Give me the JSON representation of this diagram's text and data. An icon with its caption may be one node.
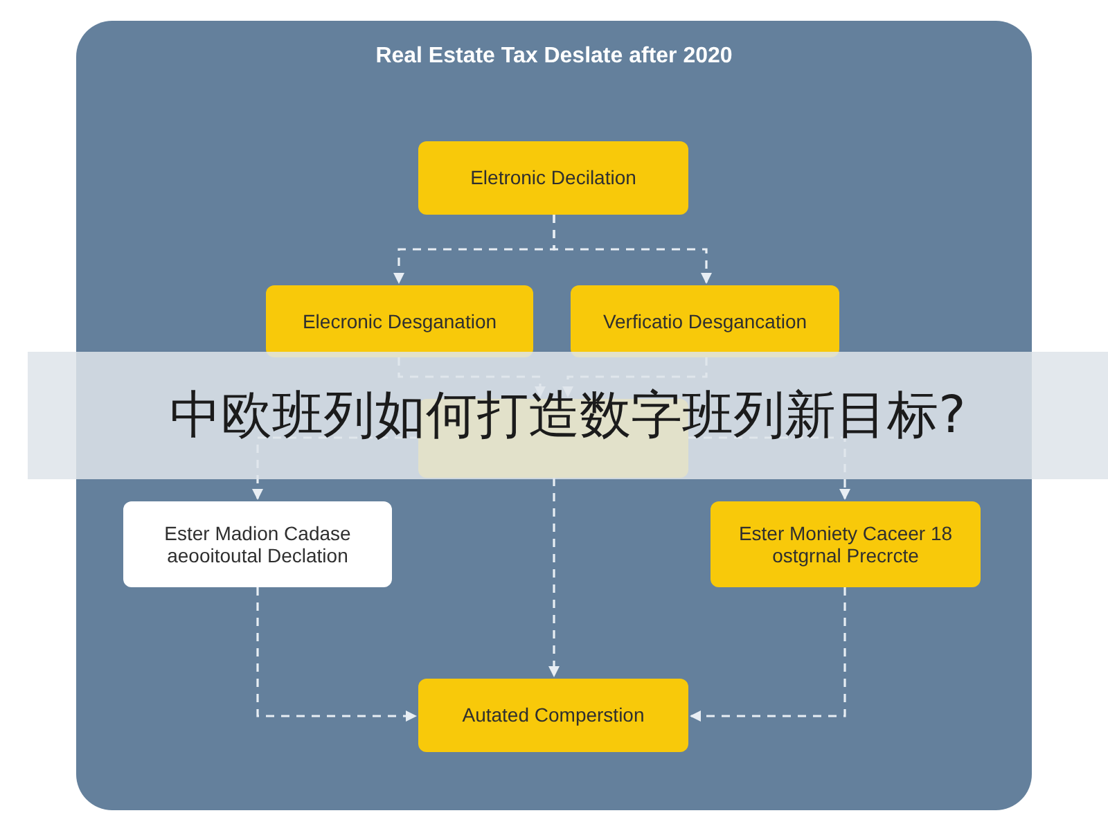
{
  "diagram": {
    "title": "Real Estate Tax Deslate after 2020",
    "nodes": [
      {
        "text": [
          "Eletronic Decilation"
        ]
      },
      {
        "text": [
          "Elecronic Desganation"
        ]
      },
      {
        "text": [
          "Verficatio Desgancation"
        ]
      },
      {
        "text": [],
        "shape": "box"
      },
      {
        "text": [
          "Ester Madion Cadase aeooitoutal Declation"
        ]
      },
      {
        "text": [
          "Ester Moniety Caceer 18 ostgrnal Precrcte"
        ]
      },
      {
        "text": [
          "Autated Comperstion"
        ]
      }
    ],
    "edges": [
      {
        "from": 0,
        "to": 1,
        "arrow": "to"
      },
      {
        "from": 0,
        "to": 2,
        "arrow": "to"
      },
      {
        "from": 1,
        "to": 3,
        "arrow": "to"
      },
      {
        "from": 2,
        "to": 3,
        "arrow": "to"
      },
      {
        "from": 3,
        "to": 4,
        "arrow": "to"
      },
      {
        "from": 3,
        "to": 5,
        "arrow": "to"
      },
      {
        "from": 3,
        "to": 6,
        "arrow": "to"
      },
      {
        "from": 4,
        "to": 6,
        "arrow": "to"
      },
      {
        "from": 5,
        "to": 6,
        "arrow": "to"
      }
    ],
    "labels": [
      "中欧班列如何打造数字班列新目标?"
    ]
  }
}
